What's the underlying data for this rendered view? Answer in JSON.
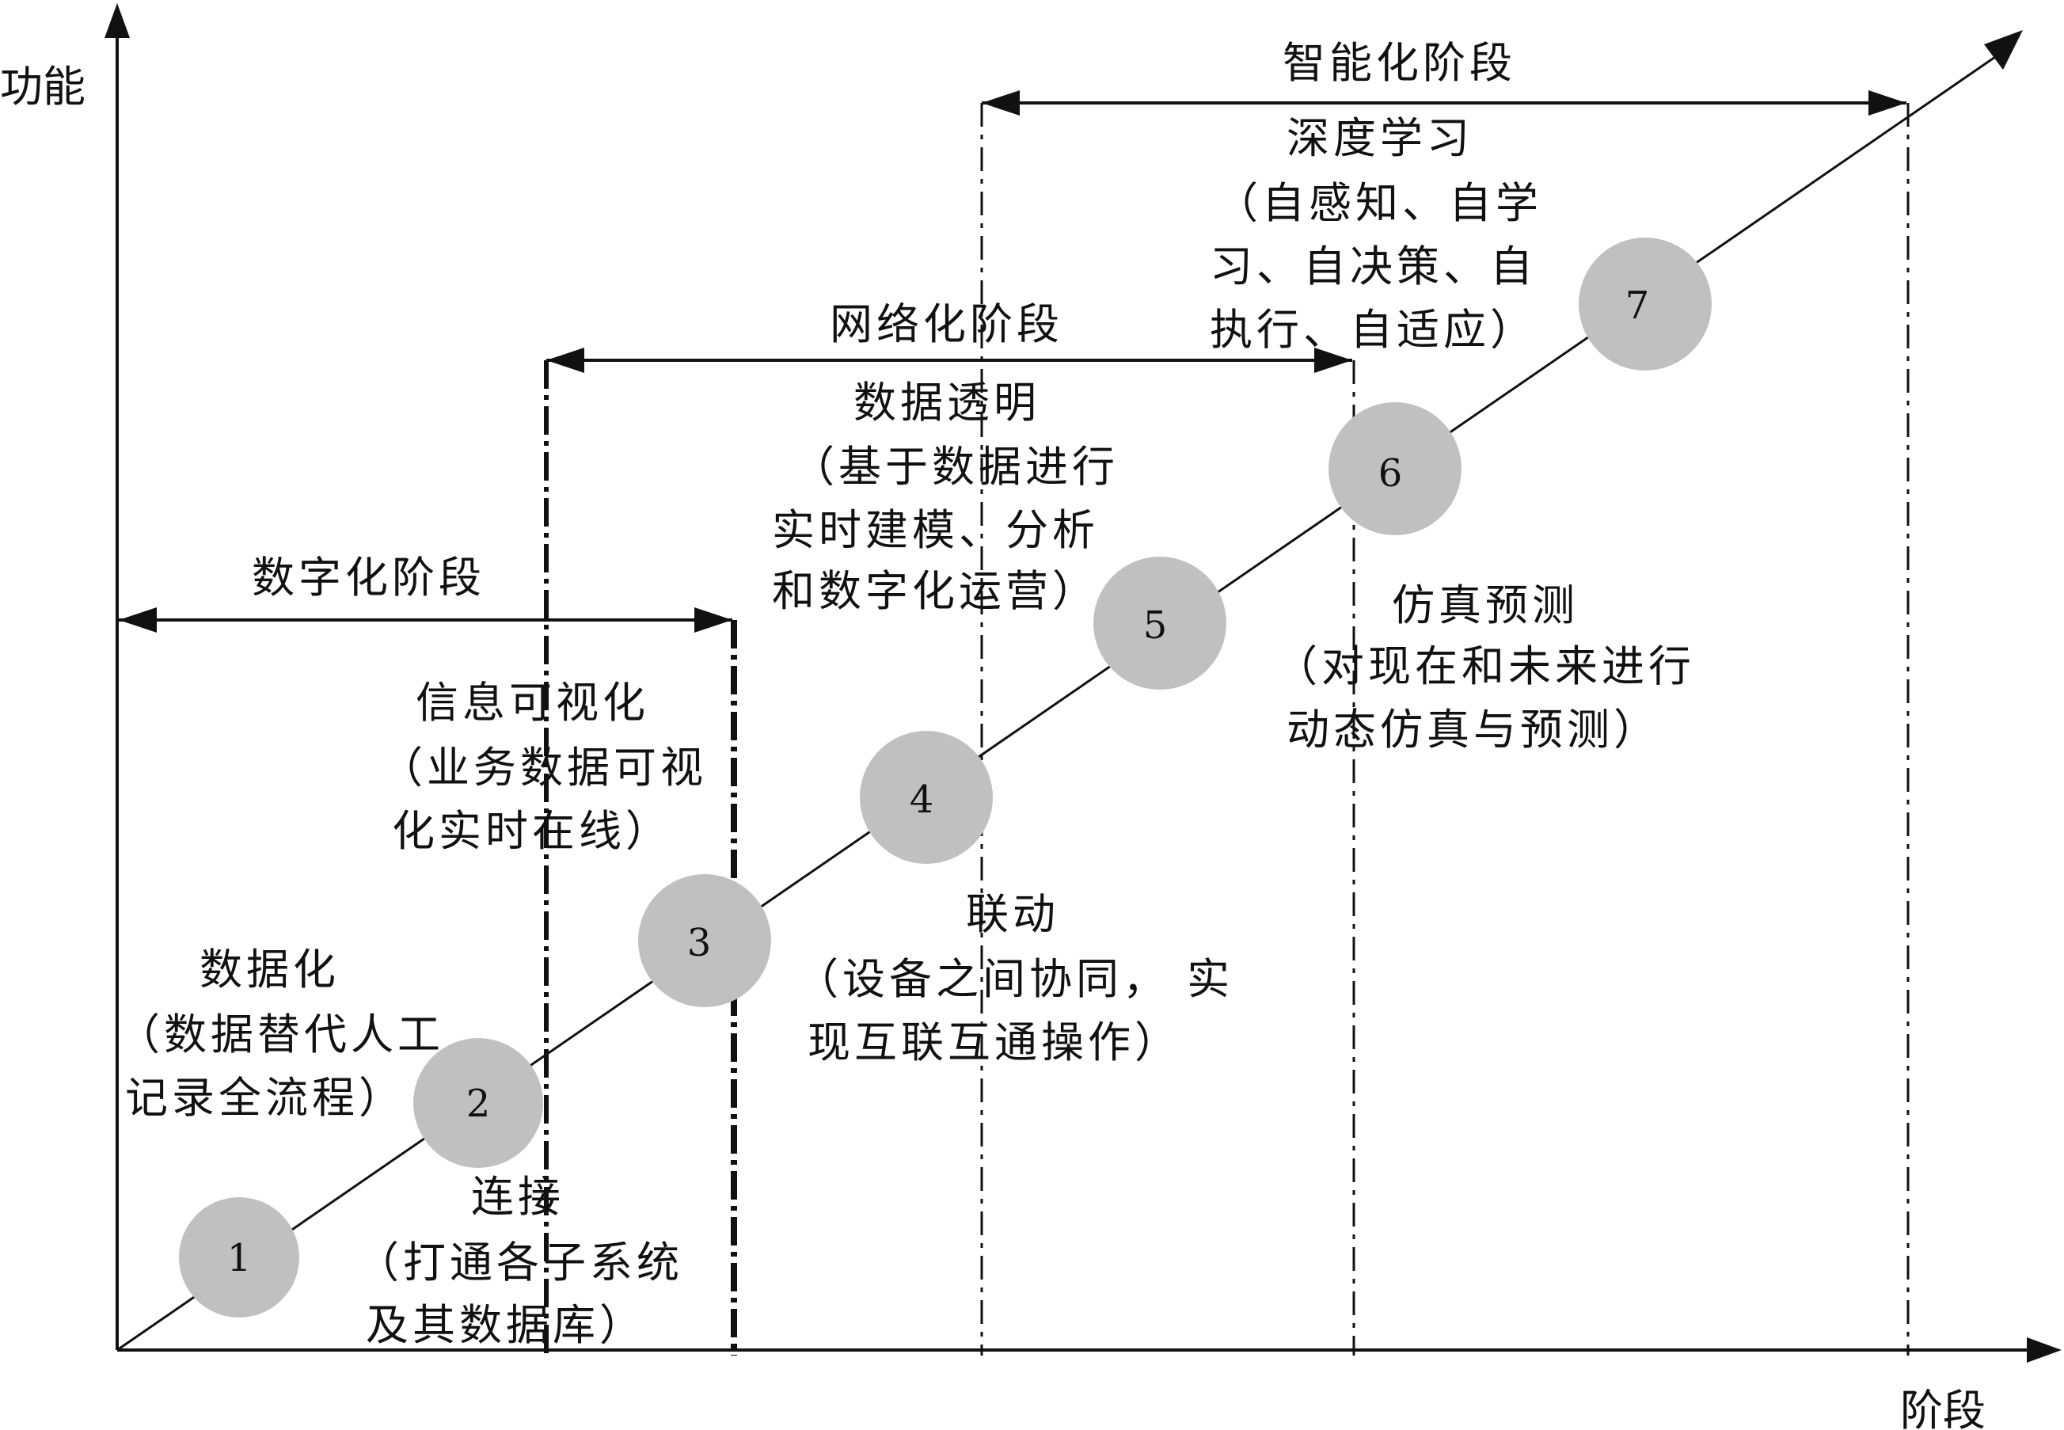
{
  "axes": {
    "y_label": "功能",
    "x_label": "阶段"
  },
  "stages": [
    {
      "label": "数字化阶段"
    },
    {
      "label": "网络化阶段"
    },
    {
      "label": "智能化阶段"
    }
  ],
  "circle_color": "#c0c0c0",
  "steps": [
    {
      "number": "1",
      "title": "",
      "desc": []
    },
    {
      "number": "2",
      "title": "数据化",
      "desc": [
        "（数据替代人工",
        "记录全流程）"
      ]
    },
    {
      "number": "3",
      "title": "连接",
      "desc": [
        "（打通各子系统",
        "及其数据库）"
      ]
    },
    {
      "number": "4",
      "title": "信息可视化",
      "desc": [
        "（业务数据可视",
        "化实时在线）"
      ]
    },
    {
      "number": "5",
      "title": "联动",
      "desc": [
        "（设备之间协同， 实",
        "现互联互通操作）"
      ]
    },
    {
      "number": "6",
      "title": "数据透明",
      "desc": [
        "（基于数据进行",
        "实时建模、分析",
        "和数字化运营）"
      ]
    },
    {
      "number": "7",
      "title": "仿真预测",
      "desc": [
        "（对现在和未来进行",
        "动态仿真与预测）"
      ]
    },
    {
      "number": "",
      "title": "深度学习",
      "desc": [
        "（自感知、自学",
        "习、自决策、自",
        "执行、自适应）"
      ]
    }
  ]
}
